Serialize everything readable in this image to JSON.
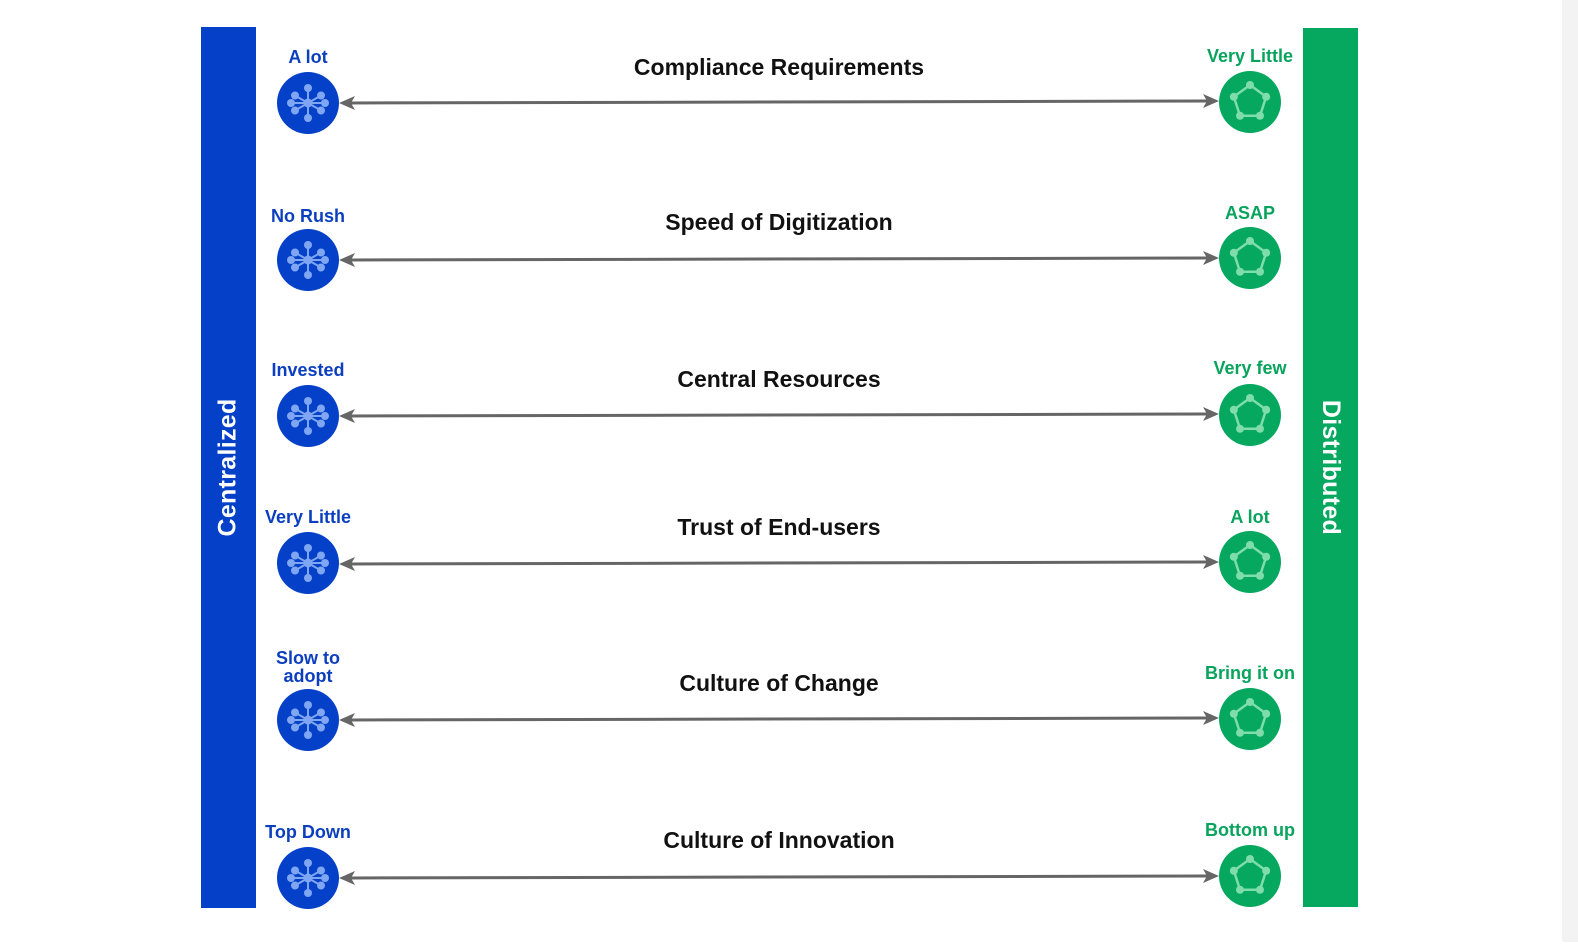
{
  "left_bar": {
    "label": "Centralized",
    "color": "#0540c8"
  },
  "right_bar": {
    "label": "Distributed",
    "color": "#06a85f"
  },
  "icons": {
    "left": "hub-network-icon",
    "right": "pentagon-network-icon"
  },
  "rows": [
    {
      "title": "Compliance Requirements",
      "left_label": "A lot",
      "right_label": "Very Little"
    },
    {
      "title": "Speed of Digitization",
      "left_label": "No Rush",
      "right_label": "ASAP"
    },
    {
      "title": "Central Resources",
      "left_label": "Invested",
      "right_label": "Very few"
    },
    {
      "title": "Trust of End-users",
      "left_label": "Very Little",
      "right_label": "A lot"
    },
    {
      "title": "Culture of Change",
      "left_label_line1": "Slow to",
      "left_label_line2": "adopt",
      "right_label": "Bring it on"
    },
    {
      "title": "Culture of Innovation",
      "left_label": "Top Down",
      "right_label": "Bottom up"
    }
  ]
}
